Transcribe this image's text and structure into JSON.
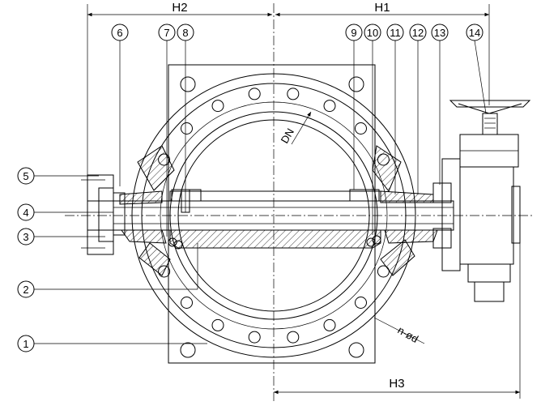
{
  "dimensions": {
    "h1": "H1",
    "h2": "H2",
    "h3": "H3",
    "dn": "DN",
    "holes": "n-ød"
  },
  "callouts": [
    "1",
    "2",
    "3",
    "4",
    "5",
    "6",
    "7",
    "8",
    "9",
    "10",
    "11",
    "12",
    "13",
    "14"
  ]
}
